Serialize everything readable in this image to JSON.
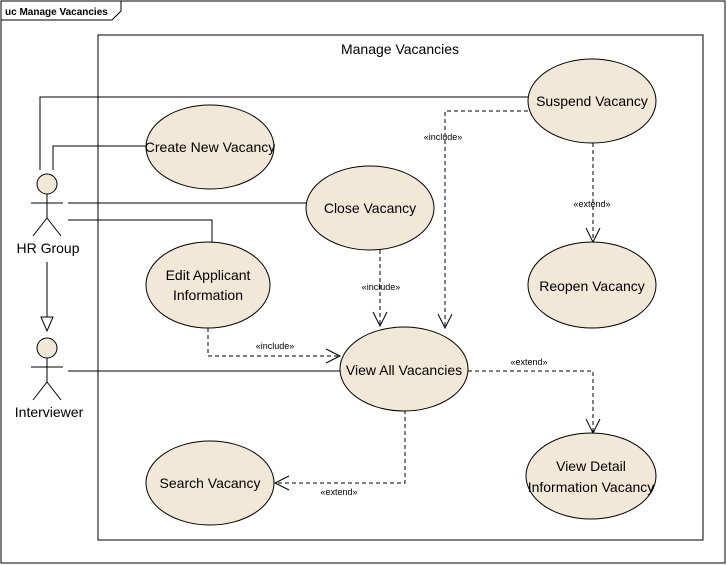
{
  "frame": {
    "title": "uc Manage Vacancies"
  },
  "system_boundary": {
    "title": "Manage Vacancies"
  },
  "actors": {
    "hr_group": "HR Group",
    "interviewer": "Interviewer"
  },
  "use_cases": {
    "suspend_vacancy": "Suspend Vacancy",
    "create_new_vacancy": "Create New Vacancy",
    "close_vacancy": "Close Vacancy",
    "edit_applicant_line1": "Edit Applicant",
    "edit_applicant_line2": "Information",
    "reopen_vacancy": "Reopen Vacancy",
    "view_all_vacancies": "View All Vacancies",
    "search_vacancy": "Search Vacancy",
    "view_detail_line1": "View Detail",
    "view_detail_line2": "Information Vacancy"
  },
  "stereotypes": {
    "include": "«include»",
    "extend": "«extend»"
  }
}
